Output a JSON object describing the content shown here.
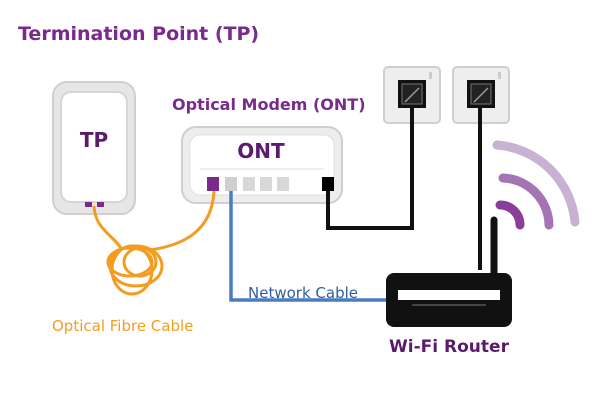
{
  "labels": {
    "termination_point": "Termination Point (TP)",
    "optical_modem": "Optical Modem (ONT)",
    "tp_device": "TP",
    "ont_device": "ONT",
    "network_cable": "Network Cable",
    "optical_fibre_cable": "Optical Fibre Cable",
    "wifi_router": "Wi-Fi Router"
  },
  "colors": {
    "purple": "#7a2a8c",
    "fibre_orange": "#f39c1f",
    "network_blue": "#4a7cc2",
    "wifi_light": "#c9b1d4",
    "wifi_mid": "#a574b5",
    "wifi_dark": "#8b3e99"
  },
  "icons": {
    "wall_socket_1": "wall-socket-icon",
    "wall_socket_2": "wall-socket-icon",
    "wifi_signal": "wifi-signal-icon"
  }
}
